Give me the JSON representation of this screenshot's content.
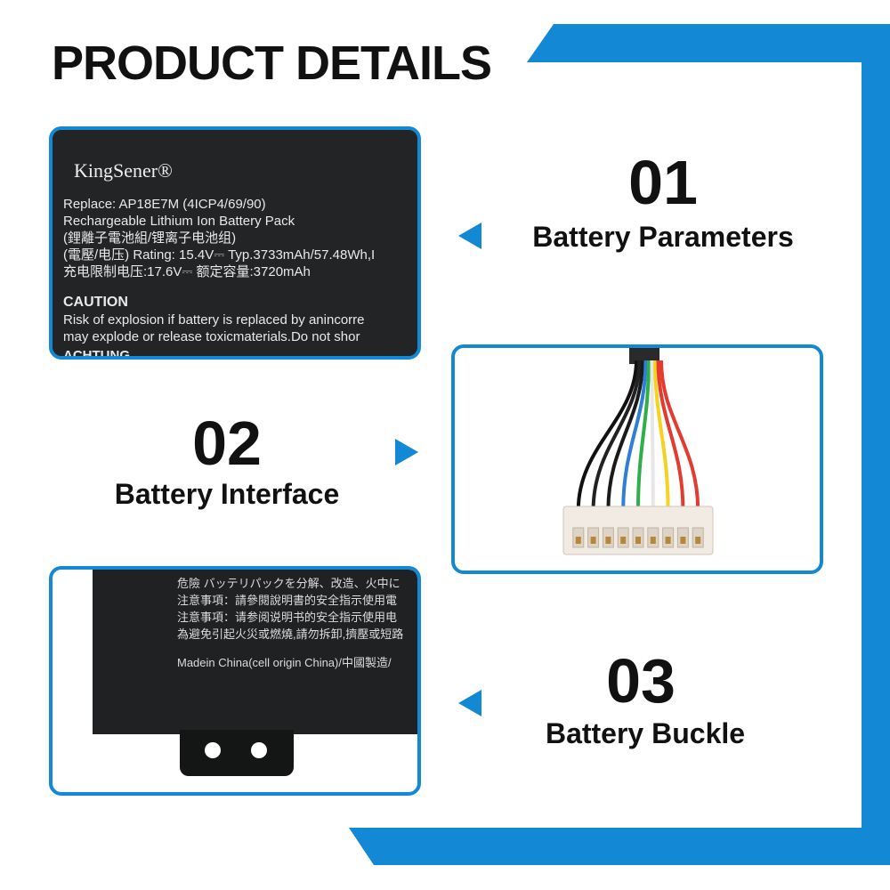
{
  "header": {
    "title": "PRODUCT DETAILS"
  },
  "sections": [
    {
      "number": "01",
      "caption": "Battery Parameters"
    },
    {
      "number": "02",
      "caption": "Battery Interface"
    },
    {
      "number": "03",
      "caption": "Battery Buckle"
    }
  ],
  "label1": {
    "brand": "KingSener®",
    "lines": [
      "Replace:  AP18E7M        (4ICP4/69/90)",
      "Rechargeable Lithium Ion Battery Pack",
      "(鋰離子電池組/锂离子电池组)",
      "(電壓/电压) Rating: 15.4V⎓  Typ.3733mAh/57.48Wh,I",
      "充电限制电压:17.6V⎓    额定容量:3720mAh"
    ],
    "caution_heading": "CAUTION",
    "caution_lines": [
      "Risk of explosion if battery is replaced by anincorre",
      "may explode or release toxicmaterials.Do not shor"
    ],
    "achtung": "ACHTUNG"
  },
  "label3": {
    "lines": [
      "危險  バッテリパックを分解、改造、火中に",
      "注意事項：請參閱說明書的安全指示使用電",
      "注意事項：请参阅说明书的安全指示使用电",
      "為避免引起火災或燃燒,請勿拆卸,擠壓或短路",
      "",
      "Madein China(cell origin China)/中國製造/"
    ]
  },
  "wire_colors": [
    "#111111",
    "#222222",
    "#1a1a1a",
    "#2f7fd6",
    "#2fae4a",
    "#f2f2f2",
    "#f4d21f",
    "#e23b2f",
    "#e23b2f"
  ],
  "accent_color": "#1388d4"
}
